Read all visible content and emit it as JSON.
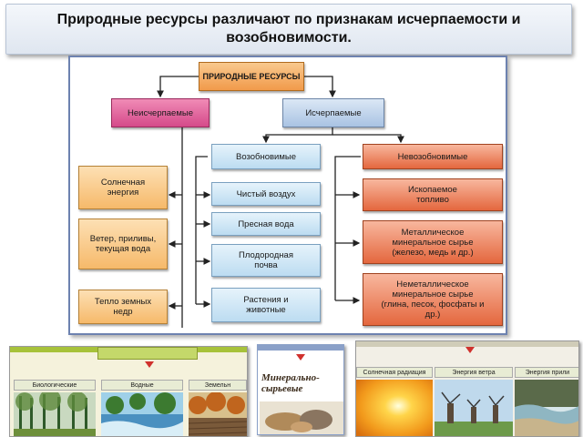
{
  "title": "Природные ресурсы различают по признакам исчерпаемости и возобновимости.",
  "diagram": {
    "root": "ПРИРОДНЫЕ РЕСУРСЫ",
    "inexhaustible": "Неисчерпаемые",
    "exhaustible": "Исчерпаемые",
    "renewable": "Возобновимые",
    "nonrenewable": "Невозобновимые",
    "inexhaustible_items": [
      "Солнечная энергия",
      "Ветер, приливы, текущая вода",
      "Тепло земных недр"
    ],
    "renewable_items": [
      "Чистый воздух",
      "Пресная вода",
      "Плодородная почва",
      "Растения и животные"
    ],
    "nonrenewable_items": [
      "Ископаемое топливо",
      "Металлическое минеральное сырье (железо, медь и др.)",
      "Неметаллическое минеральное сырье (глина, песок, фосфаты и др.)"
    ]
  },
  "bottom": {
    "left_tabs": [
      "Биологические",
      "Водные",
      "Земельн"
    ],
    "middle_label": "Минерально-сырьевые",
    "right_tabs": [
      "Солнечная радиация",
      "Энергия ветра",
      "Энергия прили"
    ]
  }
}
